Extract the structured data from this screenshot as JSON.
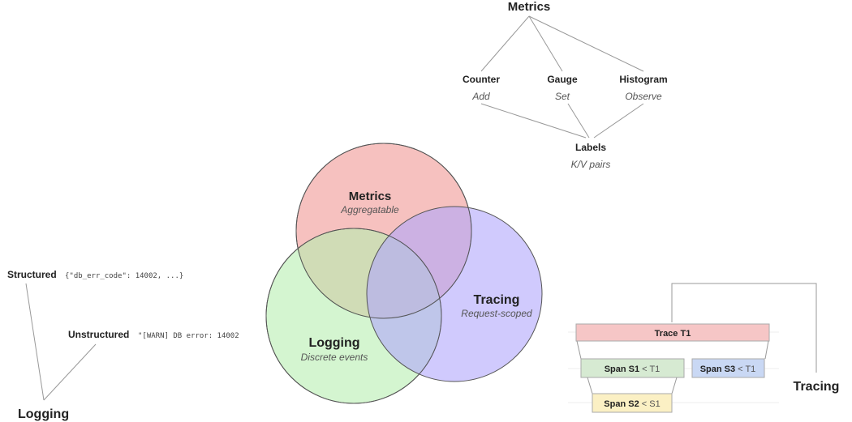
{
  "metrics_tree": {
    "title": "Metrics",
    "types": [
      {
        "name": "Counter",
        "op": "Add"
      },
      {
        "name": "Gauge",
        "op": "Set"
      },
      {
        "name": "Histogram",
        "op": "Observe"
      }
    ],
    "labels": {
      "name": "Labels",
      "desc": "K/V pairs"
    }
  },
  "venn": {
    "metrics": {
      "title": "Metrics",
      "desc": "Aggregatable",
      "color": "#f4b6b4"
    },
    "logging": {
      "title": "Logging",
      "desc": "Discrete events",
      "color": "#b8eeb0"
    },
    "tracing": {
      "title": "Tracing",
      "desc": "Request-scoped",
      "color": "#c4bdfb"
    }
  },
  "logging_tree": {
    "title": "Logging",
    "structured": {
      "label": "Structured",
      "example": "{\"db_err_code\": 14002, ...}"
    },
    "unstructured": {
      "label": "Unstructured",
      "example": "\"[WARN] DB error: 14002"
    }
  },
  "tracing_tree": {
    "title": "Tracing",
    "trace": {
      "label": "Trace T1",
      "color": "#f6c6c6"
    },
    "spans": [
      {
        "label": "Span S1",
        "parent": "< T1",
        "color": "#d6ead2"
      },
      {
        "label": "Span S3",
        "parent": "< T1",
        "color": "#c9d8f4"
      },
      {
        "label": "Span S2",
        "parent": "< S1",
        "color": "#fbf0c4"
      }
    ]
  }
}
